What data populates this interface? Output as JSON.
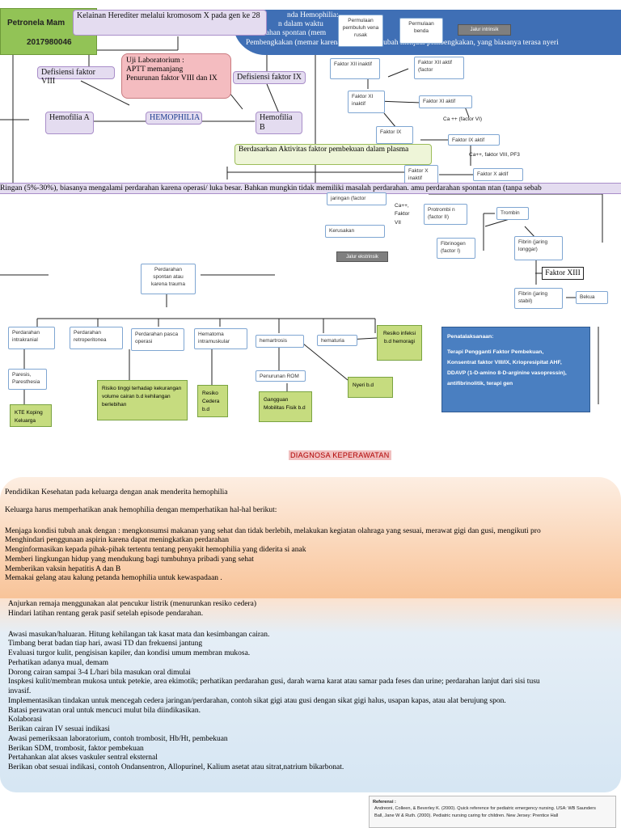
{
  "header": {
    "name": "Petronela Mam",
    "nim": "2017980046",
    "banner_lines": [
      "nda Hemophilia:",
      "n dalam waktu",
      "Perdarahan spontan (mem",
      "Pembengkakan (memar karena benturan, berubah menjadi pembengkakan, yang biasanya terasa nyeri"
    ],
    "pem_boxes": [
      "Permulaan pembuluh vena rusak",
      "Permulaan benda"
    ],
    "jalur_intrinsik": "Jalur intrinsik"
  },
  "hereditary": "Kelainan Herediter melalui kromosom X pada gen ke 28",
  "lab": {
    "title": "Uji Laboratorium :",
    "lines": [
      "APTT memanjang",
      "Penurunan faktor VIII dan IX"
    ]
  },
  "central": {
    "def8": "Defisiensi faktor VIII",
    "def9": "Defisiensi faktor IX",
    "hemoA": "Hemofilia A",
    "hemoB": "Hemofilia B",
    "title": "HEMOPHILIA"
  },
  "aktivitas": "Berdasarkan Aktivitas faktor pembekuan dalam plasma",
  "ringan": "Ringan (5%-30%), biasanya mengalami perdarahan karena operasi/ luka besar. Bahkan mungkin tidak memiliki masalah perdarahan. amu perdarahan spontan ntan (tanpa sebab",
  "cascade": {
    "f12": "Faktor XII inaktif",
    "f12a": "Faktor XII aktif (factor",
    "f11": "Faktor XI inaktif",
    "f11a": "Faktor XI aktif",
    "ca": "Ca ++ (factor VI)",
    "f9": "Faktor IX",
    "f9a": "Faktor IX aktif",
    "ca2": "Ca++, faktor VIII, PF3",
    "f10": "Faktor X inaktif",
    "f10a": "Faktor X aktif",
    "jaringan": "jaringan (factor",
    "ca3": "Ca++, Faktor VII",
    "kerusakan": "Kerusakan",
    "jalur_ekstrinsik": "Jalur ekstrinsik",
    "protrombin": "Protrombi n (factor II)",
    "trombin": "Trombin",
    "fibrinogen": "Fibrinogen (factor I)",
    "fibrin_longgar": "Fibrin (jaring longgar)",
    "faktor13": "Faktor XIII",
    "fibrin_stabil": "Fibrin (jaring stabil)",
    "bekua": "Bekua"
  },
  "perdarahan_spontan": "Perdarahan spontan atau karena trauma",
  "row1": [
    "Perdarahan intrakranial",
    "Perdarahan retroperitonea",
    "Perdarahan pasca operasi",
    "Hematoma intramuskular",
    "hemartrosis",
    "hematuria"
  ],
  "risiko_infeksi": "Resiko infeksi b.d hemoragi",
  "penatalaksanaan": {
    "title": "Penatalaksanaan:",
    "lines": [
      "Terapi Pengganti Faktor Pembekuan,",
      "Konsentrat faktor VIII/IX, Kriopresipitat AHF,",
      "DDAVP (1-D-amino 8-D-arginine vasopressin),",
      "antifibrinolitik, terapi gen"
    ]
  },
  "row2": {
    "paresis": "Paresis, Paresthesia",
    "ktk": "KTE Koping Keluarga",
    "risiko_volume": "Risiko tinggi terhadap kekurangan volume cairan b.d kehilangan berlebihan",
    "risiko_cedera": "Resiko Cedera b.d",
    "penurunan_rom": "Penurunan ROM",
    "gangguan_mobilitas": "Gangguan Mobilitas Fisik b.d",
    "nyeri": "Nyeri b.d"
  },
  "diagnosa_title": "DIAGNOSA KEPERAWATAN",
  "pendidikan": {
    "title": "Pendidikan Kesehatan pada keluarga dengan anak menderita hemophilia",
    "intro": "Keluarga harus memperhatikan anak  hemophilia dengan memperhatikan hal-hal berikut:",
    "items": [
      "Menjaga kondisi tubuh anak dengan : mengkonsumsi makanan yang sehat dan tidak berlebih, melakukan kegiatan olahraga yang sesuai, merawat gigi dan gusi, mengikuti pro",
      "Menghindari penggunaan aspirin karena dapat meningkatkan perdarahan",
      "Menginformasikan kepada pihak-pihak tertentu tentang penyakit hemophilia yang diderita si anak",
      "Memberi lingkungan hidup yang mendukung bagi tumbuhnya pribadi yang sehat",
      "Memberikan vaksin hepatitis A dan B",
      "Memakai gelang atau kalung petanda hemophilia untuk kewaspadaan ."
    ]
  },
  "intervensi_top": [
    "Anjurkan remaja menggunakan alat pencukur listrik (menurunkan resiko cedera)",
    "Hindari latihan rentang gerak pasif setelah episode pendarahan."
  ],
  "intervensi": [
    "Awasi masukan/haluaran. Hitung kehilangan tak kasat mata dan kesimbangan cairan.",
    "Timbang berat badan tiap hari, awasi TD dan frekuensi jantung",
    "Evaluasi turgor kulit, pengisisan kapiler, dan kondisi umum membran mukosa.",
    "Perhatikan adanya mual, demam",
    "Dorong cairan sampai 3-4 L/hari bila masukan oral dimulai",
    "Inspkesi kulit/membran mukosa untuk petekie, area ekimotik; perhatikan perdarahan gusi, darah warna karat atau samar pada feses dan urine; perdarahan lanjut dari sisi tusu",
    "invasif.",
    "Implementasikan tindakan untuk mencegah cedera jaringan/perdarahan, contoh sikat gigi atau gusi dengan sikat gigi halus, usapan kapas, atau alat berujung spon.",
    "Batasi perawatan oral untuk mencuci mulut bila diindikasikan.",
    "Kolaborasi",
    "Berikan cairan IV sesuai indikasi",
    "Awasi pemeriksaan laboratorium, contoh trombosit, Hb/Ht, pembekuan",
    "Berikan SDM, trombosit, faktor pembekuan",
    "Pertahankan alat akses vaskuler sentral eksternal",
    "Berikan obat sesuai indikasi, contoh Ondansentron, Allopurinel, Kalium asetat atau sitrat,natrium bikarbonat."
  ],
  "referensi": {
    "title": "Referensi :",
    "lines": [
      "Andreoni, Colleen, & Beverley K. (2000). Quick reference for pediatric emergency nursing. USA: WB Saunders",
      "Ball, Jane W & Ruth. (2000). Pediatric nursing caring for children. New Jersey: Prentice Hall"
    ]
  },
  "colors": {
    "blue_banner": "#3f6fb5",
    "green_header": "#92c356",
    "lab_pink": "#f4bcc0",
    "lavender": "#e4dcf0",
    "orange_panel": "#fbd2b4",
    "light_blue_panel": "#dbe9f4",
    "pena_blue": "#4a7fc1"
  }
}
